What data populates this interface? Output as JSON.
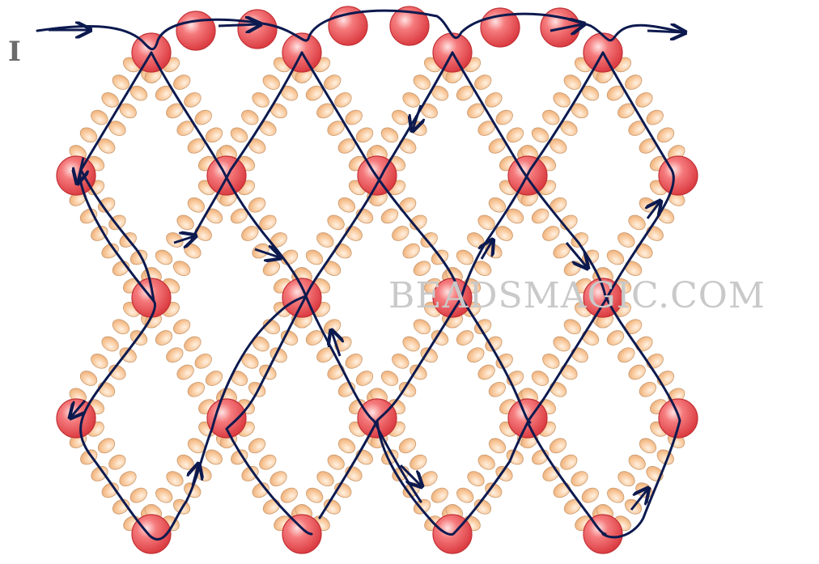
{
  "diagram": {
    "step_label": "I",
    "watermark": "BEADSMAGIC.COM",
    "colors": {
      "large_bead": "#e2474b",
      "large_bead_highlight": "#ffd4d4",
      "seed_bead": "#f8c79a",
      "seed_bead_edge": "#c99a70",
      "thread": "#0d1a4f"
    },
    "beads_per_segment": 6,
    "large_bead_grid": {
      "columns": 5,
      "rows": 5
    }
  }
}
